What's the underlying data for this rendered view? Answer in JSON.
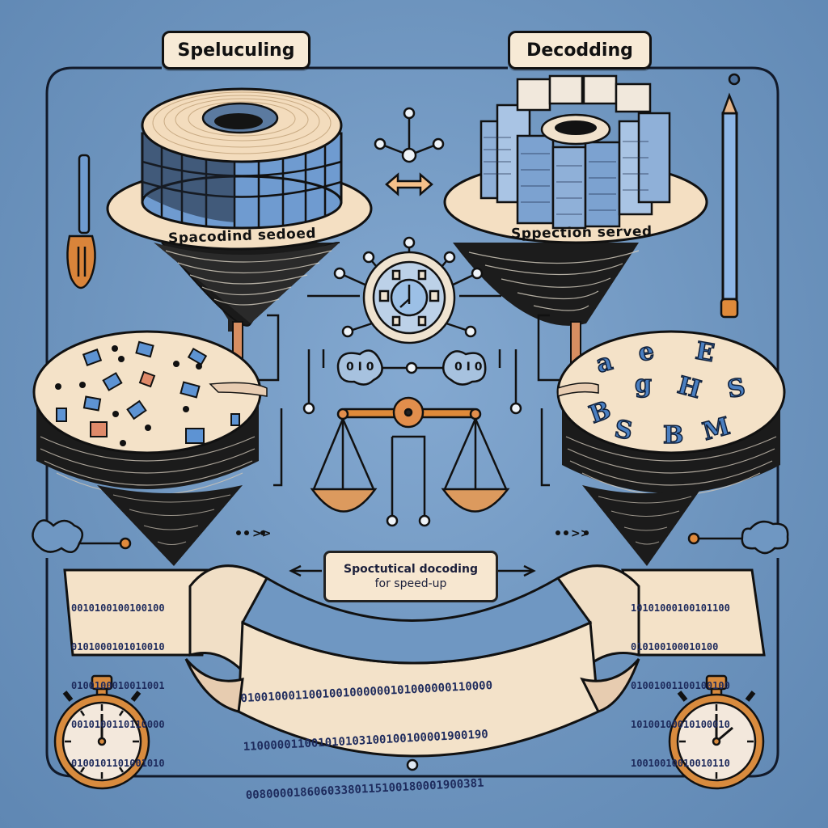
{
  "labels": {
    "title_left": "Speluculing",
    "title_right": "Decodding",
    "drum_left": "Spacodind sedoed",
    "drum_right": "Sppection served",
    "center_note_line1": "Spoctutical docoding",
    "center_note_line2": "for speed-up"
  },
  "icons": {
    "left_drum": "cylinder-server-icon",
    "right_drum": "document-stack-server-icon",
    "center": "gear-clock-hub-icon",
    "scale": "balance-scale-icon",
    "swap": "double-arrow-icon",
    "stopwatch_left": "stopwatch-icon",
    "stopwatch_right": "stopwatch-icon",
    "pencil": "pencil-icon",
    "wrench": "wrench-icon",
    "clouds": "cloud-icon"
  },
  "binary": {
    "left_panel": [
      "0010100100100100",
      "0101000101010010",
      "0100100010011001",
      "0010100110110000",
      "0100101101001010"
    ],
    "right_panel": [
      "10101000100101100",
      "010100100010100",
      "01001001100100100",
      "10100100010100010",
      "10010010010010110"
    ],
    "center_scroll": [
      "0100100011001001000000101000000110000",
      "110000011001010103100100100001900190",
      "00800001860603380115100180001900381"
    ]
  },
  "center_node_labels": {
    "left": "0 I 0",
    "right": "0 I 0"
  },
  "colors": {
    "background": "#6e95bf",
    "cream": "#f3dfc2",
    "outline": "#111111",
    "accent_orange": "#e08a3c",
    "accent_blue": "#4f86c6",
    "text_dark": "#1b1f3a"
  }
}
